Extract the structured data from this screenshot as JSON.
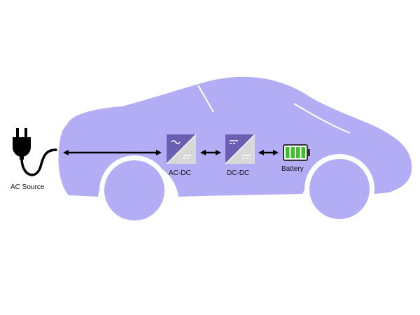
{
  "diagram": {
    "labels": {
      "ac_source": "AC Source",
      "ac_dc": "AC-DC",
      "dc_dc": "DC-DC",
      "battery": "Battery"
    },
    "icons": {
      "source": "plug-icon",
      "ac_dc": "ac-dc-converter-icon",
      "dc_dc": "dc-dc-converter-icon",
      "battery": "battery-icon",
      "car": "car-silhouette"
    },
    "battery": {
      "filled_segments": 4,
      "total_segments": 4
    },
    "colors": {
      "car_body": "#b3adf5",
      "wheel_gap": "#ffffff",
      "converter_dark": "#6a5fb0",
      "converter_light": "#d8d8d8",
      "battery_fill": "#3fbf2a",
      "arrow": "#000000"
    }
  }
}
